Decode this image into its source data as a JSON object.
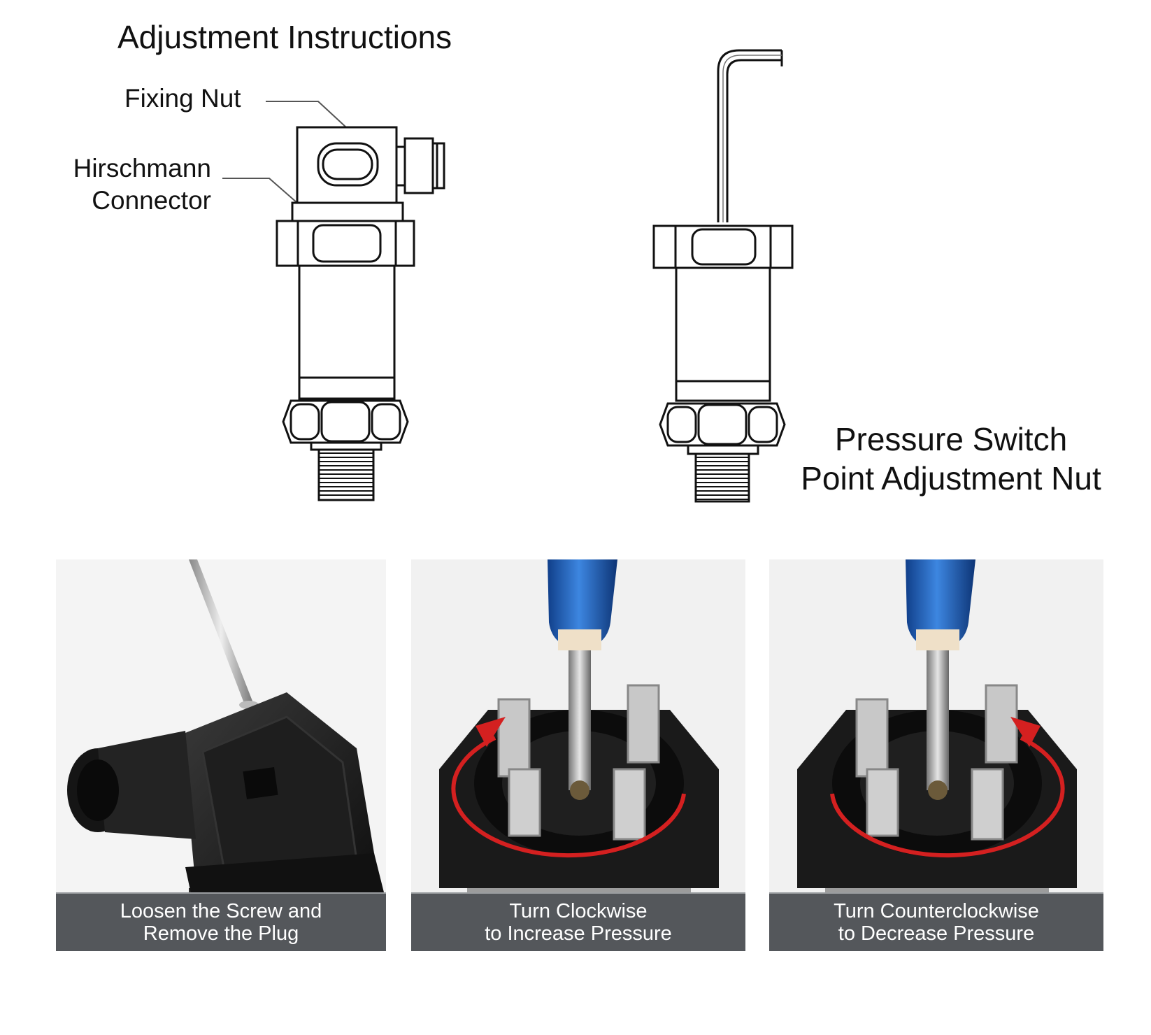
{
  "diagram": {
    "title": "Adjustment Instructions",
    "labels": {
      "fixing_nut": "Fixing Nut",
      "hirschmann": "Hirschmann\nConnector",
      "adjustment_nut": "Pressure Switch\nPoint Adjustment Nut"
    }
  },
  "photos": [
    {
      "caption": "Loosen the Screw and\nRemove the Plug"
    },
    {
      "caption": "Turn Clockwise\nto Increase Pressure"
    },
    {
      "caption": "Turn Counterclockwise\nto Decrease Pressure"
    }
  ],
  "colors": {
    "line": "#111111",
    "caption_bg": "#54575b",
    "handle_blue": "#1f5fb8",
    "arrow_red": "#d42020",
    "body_black": "#1b1b1b"
  }
}
